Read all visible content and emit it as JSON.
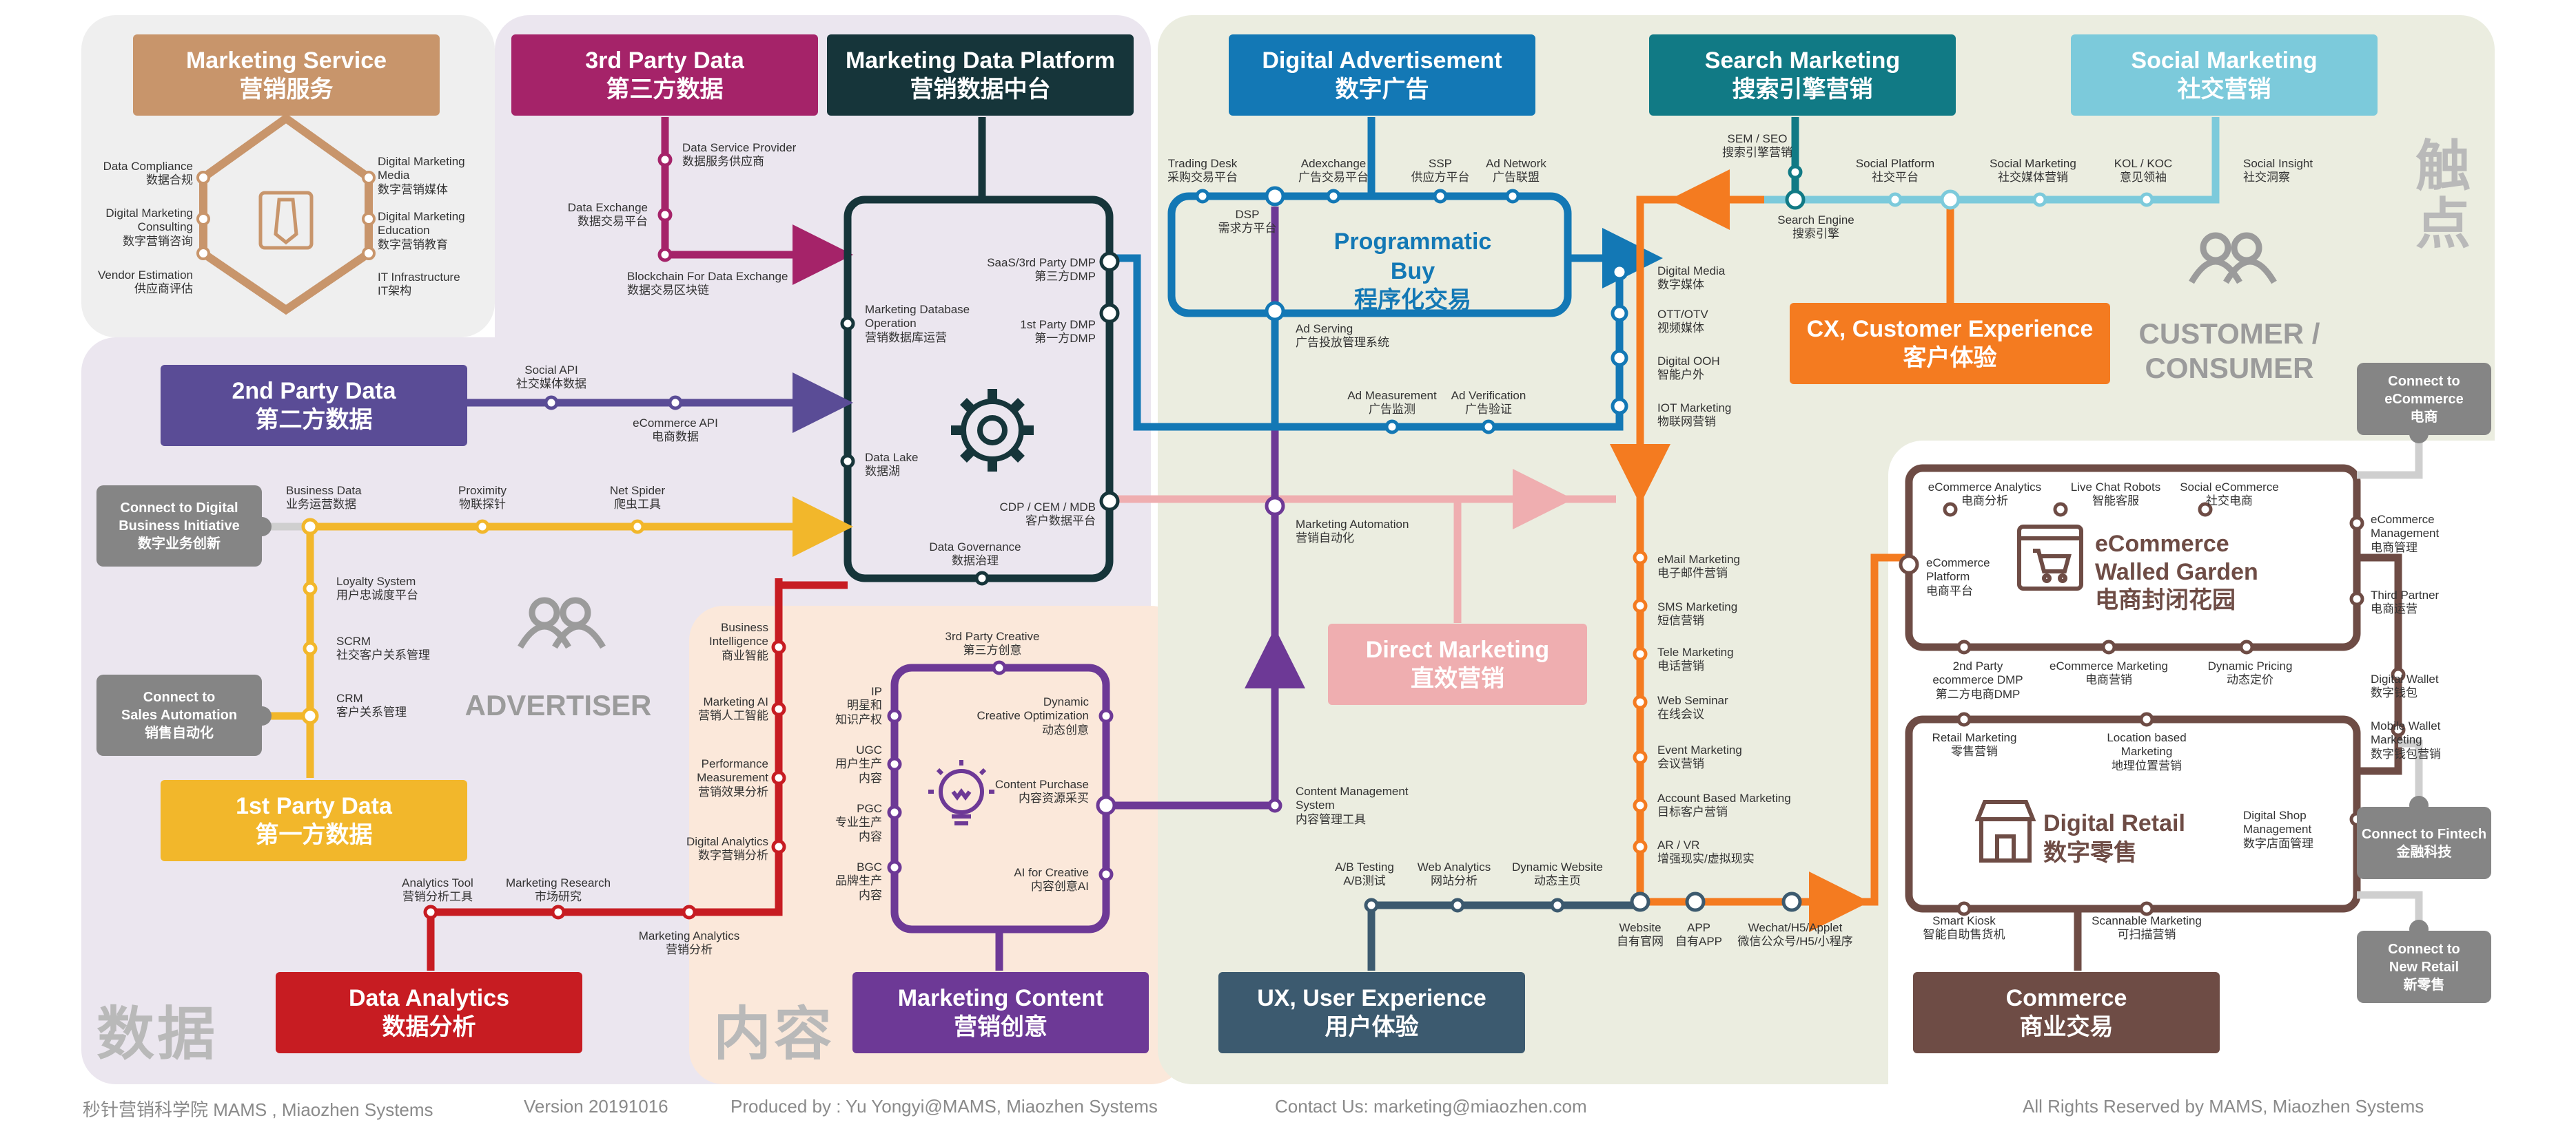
{
  "regions": {
    "data_zh": "数据",
    "content_zh": "内容",
    "touchpoint_zh": "触点"
  },
  "personas": {
    "advertiser": "ADVERTISER",
    "customer_line1": "CUSTOMER /",
    "customer_line2": "CONSUMER"
  },
  "tags": {
    "marketing_service": {
      "en": "Marketing Service",
      "zh": "营销服务"
    },
    "third_party": {
      "en": "3rd Party Data",
      "zh": "第三方数据"
    },
    "mdp": {
      "en": "Marketing Data Platform",
      "zh": "营销数据中台"
    },
    "digital_ad": {
      "en": "Digital Advertisement",
      "zh": "数字广告"
    },
    "search": {
      "en": "Search Marketing",
      "zh": "搜索引擎营销"
    },
    "social": {
      "en": "Social Marketing",
      "zh": "社交营销"
    },
    "second_party": {
      "en": "2nd Party Data",
      "zh": "第二方数据"
    },
    "first_party": {
      "en": "1st Party Data",
      "zh": "第一方数据"
    },
    "data_analytics": {
      "en": "Data Analytics",
      "zh": "数据分析"
    },
    "marketing_content": {
      "en": "Marketing Content",
      "zh": "营销创意"
    },
    "ux": {
      "en": "UX, User Experience",
      "zh": "用户体验"
    },
    "commerce": {
      "en": "Commerce",
      "zh": "商业交易"
    },
    "cx": {
      "en": "CX, Customer  Experience",
      "zh": "客户体验"
    },
    "direct": {
      "en": "Direct Marketing",
      "zh": "直效营销"
    },
    "programmatic": {
      "en": "Programmatic Buy",
      "zh": "程序化交易"
    },
    "walled_garden": {
      "en1": "eCommerce",
      "en2": "Walled Garden",
      "zh": "电商封闭花园"
    },
    "digital_retail": {
      "en": "Digital Retail",
      "zh": "数字零售"
    }
  },
  "grey_buttons": {
    "connect_digital": {
      "l1": "Connect to Digital",
      "l2": "Business Initiative",
      "l3": "数字业务创新"
    },
    "connect_sales": {
      "l1": "Connect to",
      "l2": "Sales Automation",
      "l3": "销售自动化"
    },
    "connect_ecom": {
      "l1": "Connect to",
      "l2": "eCommerce",
      "l3": "电商"
    },
    "connect_fintech": {
      "l1": "Connect to Fintech",
      "l2": "金融科技"
    },
    "connect_retail": {
      "l1": "Connect to",
      "l2": "New Retail",
      "l3": "新零售"
    }
  },
  "labels": {
    "data_compliance": {
      "en": "Data Compliance",
      "zh": "数据合规"
    },
    "dm_consulting": {
      "en": "Digital Marketing\nConsulting",
      "zh": "数字营销咨询"
    },
    "vendor": {
      "en": "Vendor Estimation",
      "zh": "供应商评估"
    },
    "dm_media": {
      "en": "Digital Marketing\nMedia",
      "zh": "数字营销媒体"
    },
    "dm_education": {
      "en": "Digital Marketing\nEducation",
      "zh": "数字营销教育"
    },
    "it_infra": {
      "en": "IT Infrastructure",
      "zh": "IT架构"
    },
    "data_service": {
      "en": "Data Service Provider",
      "zh": "数据服务供应商"
    },
    "data_exchange": {
      "en": "Data Exchange",
      "zh": "数据交易平台"
    },
    "blockchain": {
      "en": "Blockchain For Data Exchange",
      "zh": "数据交易区块链"
    },
    "social_api": {
      "en": "Social API",
      "zh": "社交媒体数据"
    },
    "ecom_api": {
      "en": "eCommerce API",
      "zh": "电商数据"
    },
    "business_data": {
      "en": "Business Data",
      "zh": "业务运营数据"
    },
    "proximity": {
      "en": "Proximity",
      "zh": "物联探针"
    },
    "net_spider": {
      "en": "Net Spider",
      "zh": "爬虫工具"
    },
    "loyalty": {
      "en": "Loyalty System",
      "zh": "用户忠诚度平台"
    },
    "scrm": {
      "en": "SCRM",
      "zh": "社交客户关系管理"
    },
    "crm": {
      "en": "CRM",
      "zh": "客户关系管理"
    },
    "mdo": {
      "en": "Marketing Database\nOperation",
      "zh": "营销数据库运营"
    },
    "data_lake": {
      "en": "Data Lake",
      "zh": "数据湖"
    },
    "data_gov": {
      "en": "Data Governance",
      "zh": "数据治理"
    },
    "saas_dmp": {
      "en": "SaaS/3rd Party DMP",
      "zh": "第三方DMP"
    },
    "first_dmp": {
      "en": "1st Party DMP",
      "zh": "第一方DMP"
    },
    "cdp": {
      "en": "CDP / CEM / MDB",
      "zh": "客户数据平台"
    },
    "bi": {
      "en": "Business\nIntelligence",
      "zh": "商业智能"
    },
    "mai": {
      "en": "Marketing AI",
      "zh": "营销人工智能"
    },
    "perf": {
      "en": "Performance\nMeasurement",
      "zh": "营销效果分析"
    },
    "dig_analytics": {
      "en": "Digital Analytics",
      "zh": "数字营销分析"
    },
    "analytics_tool": {
      "en": "Analytics Tool",
      "zh": "营销分析工具"
    },
    "mkt_research": {
      "en": "Marketing Research",
      "zh": "市场研究"
    },
    "mkt_analytics": {
      "en": "Marketing Analytics",
      "zh": "营销分析"
    },
    "tp_creative": {
      "en": "3rd Party Creative",
      "zh": "第三方创意"
    },
    "ip": {
      "en": "IP",
      "zh": "明星和\n知识产权"
    },
    "ugc": {
      "en": "UGC",
      "zh": "用户生产\n内容"
    },
    "pgc": {
      "en": "PGC",
      "zh": "专业生产\n内容"
    },
    "bgc": {
      "en": "BGC",
      "zh": "品牌生产\n内容"
    },
    "dco": {
      "en": "Dynamic\nCreative Optimization",
      "zh": "动态创意"
    },
    "content_purchase": {
      "en": "Content Purchase",
      "zh": "内容资源采买"
    },
    "ai_creative": {
      "en": "AI for Creative",
      "zh": "内容创意AI"
    },
    "cms": {
      "en": "Content Management\nSystem",
      "zh": "内容管理工具"
    },
    "trading_desk": {
      "en": "Trading Desk",
      "zh": "采购交易平台"
    },
    "adexchange": {
      "en": "Adexchange",
      "zh": "广告交易平台"
    },
    "ssp": {
      "en": "SSP",
      "zh": "供应方平台"
    },
    "ad_network": {
      "en": "Ad Network",
      "zh": "广告联盟"
    },
    "dsp": {
      "en": "DSP",
      "zh": "需求方平台"
    },
    "ad_serving": {
      "en": "Ad Serving",
      "zh": "广告投放管理系统"
    },
    "ad_measure": {
      "en": "Ad Measurement",
      "zh": "广告监测"
    },
    "ad_verify": {
      "en": "Ad Verification",
      "zh": "广告验证"
    },
    "mkt_auto": {
      "en": "Marketing Automation",
      "zh": "营销自动化"
    },
    "sem": {
      "en": "SEM / SEO",
      "zh": "搜索引擎营销"
    },
    "search_engine": {
      "en": "Search Engine",
      "zh": "搜索引擎"
    },
    "social_platform": {
      "en": "Social Platform",
      "zh": "社交平台"
    },
    "social_mkt": {
      "en": "Social Marketing",
      "zh": "社交媒体营销"
    },
    "kol": {
      "en": "KOL / KOC",
      "zh": "意见领袖"
    },
    "social_insight": {
      "en": "Social Insight",
      "zh": "社交洞察"
    },
    "digital_media": {
      "en": "Digital Media",
      "zh": "数字媒体"
    },
    "ott": {
      "en": "OTT/OTV",
      "zh": "视频媒体"
    },
    "ooh": {
      "en": "Digital OOH",
      "zh": "智能户外"
    },
    "iot": {
      "en": "IOT Marketing",
      "zh": "物联网营销"
    },
    "email": {
      "en": "eMail Marketing",
      "zh": "电子邮件营销"
    },
    "sms": {
      "en": "SMS Marketing",
      "zh": "短信营销"
    },
    "tele": {
      "en": "Tele Marketing",
      "zh": "电话营销"
    },
    "web_seminar": {
      "en": "Web Seminar",
      "zh": "在线会议"
    },
    "event": {
      "en": "Event Marketing",
      "zh": "会议营销"
    },
    "abm": {
      "en": "Account Based Marketing",
      "zh": "目标客户营销"
    },
    "arvr": {
      "en": "AR / VR",
      "zh": "增强现实/虚拟现实"
    },
    "ab_test": {
      "en": "A/B Testing",
      "zh": "A/B测试"
    },
    "web_analytics": {
      "en": "Web Analytics",
      "zh": "网站分析"
    },
    "dyn_web": {
      "en": "Dynamic Website",
      "zh": "动态主页"
    },
    "website": {
      "en": "Website",
      "zh": "自有官网"
    },
    "app": {
      "en": "APP",
      "zh": "自有APP"
    },
    "wechat": {
      "en": "Wechat/H5/Applet",
      "zh": "微信公众号/H5/小程序"
    },
    "ecom_analytics": {
      "en": "eCommerce Analytics",
      "zh": "电商分析"
    },
    "live_chat": {
      "en": "Live Chat Robots",
      "zh": "智能客服"
    },
    "social_ecom": {
      "en": "Social eCommerce",
      "zh": "社交电商"
    },
    "ecom_platform": {
      "en": "eCommerce\nPlatform",
      "zh": "电商平台"
    },
    "second_ecom_dmp": {
      "en": "2nd Party\necommerce DMP",
      "zh": "第二方电商DMP"
    },
    "ecom_marketing": {
      "en": "eCommerce Marketing",
      "zh": "电商营销"
    },
    "dyn_pricing": {
      "en": "Dynamic Pricing",
      "zh": "动态定价"
    },
    "ecom_mgmt": {
      "en": "eCommerce\nManagement",
      "zh": "电商管理"
    },
    "third_partner": {
      "en": "Third Partner",
      "zh": "电商运营"
    },
    "digital_wallet": {
      "en": "Digital Wallet",
      "zh": "数字钱包"
    },
    "mobile_wallet": {
      "en": "Mobile Wallet\nMarketing",
      "zh": "数字钱包营销"
    },
    "retail_mkt": {
      "en": "Retail Marketing",
      "zh": "零售营销"
    },
    "location_mkt": {
      "en": "Location based\nMarketing",
      "zh": "地理位置营销"
    },
    "shop_mgmt": {
      "en": "Digital Shop\nManagement",
      "zh": "数字店面管理"
    },
    "smart_kiosk": {
      "en": "Smart Kiosk",
      "zh": "智能自助售货机"
    },
    "scannable": {
      "en": "Scannable Marketing",
      "zh": "可扫描营销"
    }
  },
  "footer": {
    "org": "秒针营销科学院 MAMS , Miaozhen Systems",
    "version": "Version 20191016",
    "producer": "Produced by : Yu Yongyi@MAMS, Miaozhen Systems",
    "contact": "Contact Us: marketing@miaozhen.com",
    "rights": "All Rights Reserved by MAMS, Miaozhen Systems"
  },
  "colors": {
    "service": "#c8956b",
    "third": "#a52369",
    "mdp": "#16353a",
    "ad": "#1378b5",
    "search": "#117a85",
    "social": "#7ccadb",
    "second": "#5a4c96",
    "first": "#f2b72b",
    "analytics": "#c71c22",
    "content": "#6d3996",
    "ux": "#3c5a6f",
    "commerce": "#6e4c45",
    "cx": "#f47b20",
    "direct": "#efaeb0"
  }
}
